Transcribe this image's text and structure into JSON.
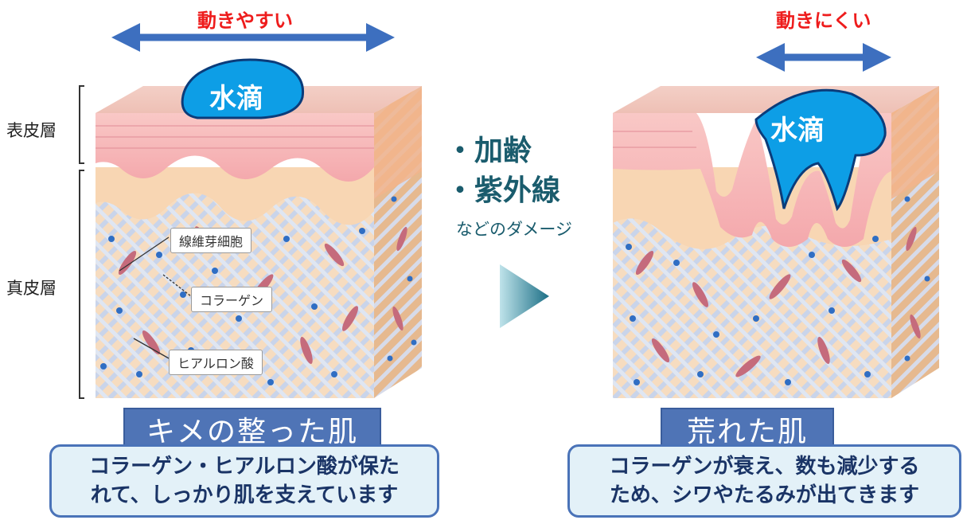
{
  "left": {
    "movement_label": "動きやすい",
    "drop_label": "水滴",
    "skin_title": "キメの整った肌",
    "description_lines": [
      "コラーゲン・ヒアルロン酸が保た",
      "れて、しっかり肌を支えています"
    ],
    "components": [
      "線維芽細胞",
      "コラーゲン",
      "ヒアルロン酸"
    ]
  },
  "layers": {
    "epidermis": "表皮層",
    "dermis": "真皮層"
  },
  "damage": {
    "items": [
      "・加齢",
      "・紫外線"
    ],
    "note": "などのダメージ"
  },
  "right": {
    "movement_label": "動きにくい",
    "drop_label": "水滴",
    "skin_title": "荒れた肌",
    "description_lines": [
      "コラーゲンが衰え、数も減少する",
      "ため、シワやたるみが出てきます"
    ]
  },
  "colors": {
    "arrow_blue": "#3d6fbf",
    "label_red": "#ee1c1c",
    "drop_blue": "#0d9ee6",
    "title_bg": "#4f74b6",
    "desc_bg": "#e3f1f8",
    "damage_text": "#1a5c6d"
  }
}
